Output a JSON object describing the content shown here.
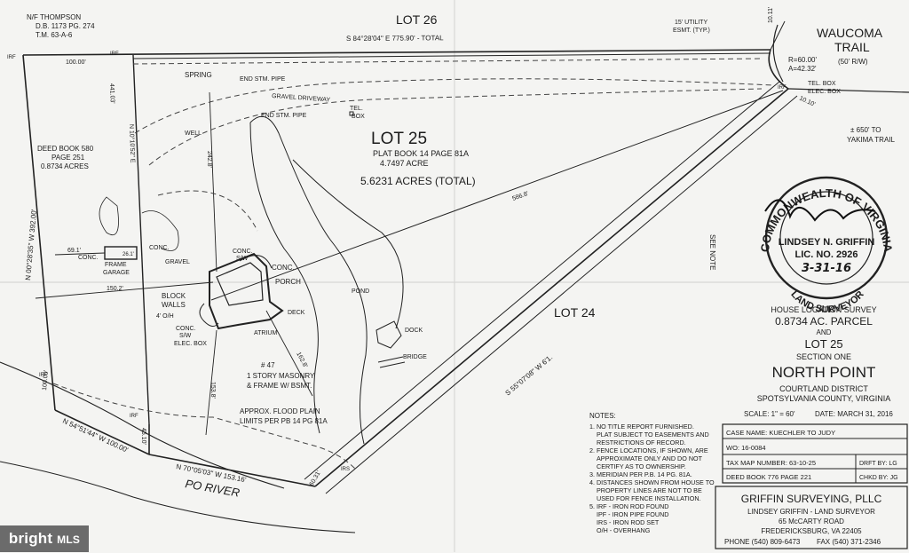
{
  "watermark": {
    "brand": "bright",
    "suffix": "MLS"
  },
  "labels": {
    "lot26": "LOT 26",
    "lot25": "LOT 25",
    "lot24": "LOT 24",
    "plat_book": "PLAT BOOK 14 PAGE 81A",
    "acre_lot": "4.7497 ACRE",
    "acres_total": "5.6231 ACRES (TOTAL)",
    "nf_thompson": "N/F THOMPSON",
    "db_1173": "D.B. 1173 PG. 274",
    "tm_63a6": "T.M. 63-A-6",
    "deed_book_580": "DEED BOOK 580",
    "page_251": "PAGE 251",
    "acres_08734": "0.8734 ACRES",
    "road_name_1": "WAUCOMA",
    "road_name_2": "TRAIL",
    "row": "(50' R/W)",
    "curve_r": "R=60.00'",
    "curve_a": "A=42.32'",
    "utility_1": "15' UTILITY",
    "utility_2": "ESMT. (TYP.)",
    "tel_box": "TEL. BOX",
    "elec_box": "ELEC. BOX",
    "yakima_1": "± 650' TO",
    "yakima_2": "YAKIMA TRAIL",
    "see_note": "SEE NOTE",
    "spring": "SPRING",
    "end_stm_pipe": "END STM. PIPE",
    "gravel_driveway": "GRAVEL DRIVEWAY",
    "tel": "TEL.",
    "box": "BOX",
    "well": "WELL",
    "frame_garage_1": "FRAME",
    "frame_garage_2": "GARAGE",
    "conc": "CONC.",
    "conc_sw": "CONC.",
    "sw": "S/W",
    "gravel": "GRAVEL",
    "porch": "PORCH",
    "block_walls_1": "BLOCK",
    "block_walls_2": "WALLS",
    "four_oh": "4' O/H",
    "deck": "DECK",
    "pond": "POND",
    "elec_box_2": "ELEC. BOX",
    "atrium": "ATRIUM",
    "house_num": "# 47",
    "house_desc_1": "1 STORY MASONRY",
    "house_desc_2": "& FRAME W/ BSMT.",
    "dock": "DOCK",
    "bridge": "BRIDGE",
    "flood_1": "APPROX. FLOOD PLAIN",
    "flood_2": "LIMITS PER PB 14 PG 81A",
    "po_river": "PO RIVER",
    "irf": "IRF",
    "irs": "IRS"
  },
  "bearings": {
    "top": "S 84°28'04\" E 775.90' - TOTAL",
    "left_line": "N 00°28'35\" W 392.00'",
    "bottom_left": "N 54°51'44\" W 100.00'",
    "bottom_mid": "N 70°05'03\" W 153.16'",
    "diag": "S 55°07'08\" W 6'1.",
    "inner_vert": "N 10°10'52\" E",
    "inner_vert_dist": "441.03'",
    "dist_100_top": "100.00'",
    "dist_100_left": "100.00'",
    "dist_45": "45.10'",
    "dist_10_11": "10.11'",
    "dist_10_10": "10.10'",
    "dist_60_31": "60.31'",
    "dist_586": "586.8'",
    "dist_242": "242.8'",
    "dist_153": "153.8'",
    "dist_162": "162.8'",
    "dist_691": "69.1'",
    "dist_1502": "150.2'",
    "dist_261": "26.1'"
  },
  "seal": {
    "ring_top": "COMMONWEALTH OF VIRGINIA",
    "ring_bottom": "LAND SURVEYOR",
    "name": "LINDSEY N. GRIFFIN",
    "lic": "LIC. NO. 2926",
    "date": "3-31-16"
  },
  "title_block": {
    "line1": "HOUSE LOCATION SURVEY",
    "line2": "0.8734 AC. PARCEL",
    "line3": "AND",
    "line4": "LOT 25",
    "line5": "SECTION ONE",
    "line6": "NORTH POINT",
    "line7": "COURTLAND DISTRICT",
    "line8": "SPOTSYLVANIA COUNTY, VIRGINIA",
    "scale": "SCALE: 1\" = 60'",
    "date": "DATE: MARCH 31, 2016"
  },
  "notes": {
    "heading": "NOTES:",
    "items": [
      "1. NO TITLE REPORT FURNISHED.",
      "PLAT SUBJECT TO EASEMENTS AND",
      "RESTRICTIONS OF RECORD.",
      "2. FENCE LOCATIONS, IF SHOWN, ARE",
      "APPROXIMATE ONLY AND DO NOT",
      "CERTIFY AS TO OWNERSHIP.",
      "3. MERIDIAN PER P.B. 14 PG. 81A.",
      "4. DISTANCES SHOWN FROM HOUSE TO",
      "PROPERTY LINES ARE NOT TO BE",
      "USED FOR FENCE INSTALLATION.",
      "5.  IRF - IRON ROD FOUND",
      "IPF - IRON PIPE FOUND",
      "IRS - IRON ROD SET",
      "O/H - OVERHANG"
    ]
  },
  "info_table": {
    "case_name": "CASE NAME: KUECHLER TO JUDY",
    "wo": "WO: 16-0084",
    "tax_map": "TAX MAP NUMBER: 63-10-25",
    "drft": "DRFT BY: LG",
    "deed_book": "DEED BOOK 776 PAGE 221",
    "chkd": "CHKD BY: JG"
  },
  "company": {
    "name": "GRIFFIN SURVEYING, PLLC",
    "surveyor": "LINDSEY GRIFFIN - LAND SURVEYOR",
    "addr1": "65 McCARTY ROAD",
    "addr2": "FREDERICKSBURG, VA 22405",
    "phone": "PHONE (540) 809-6473",
    "fax": "FAX (540) 371-2346"
  }
}
